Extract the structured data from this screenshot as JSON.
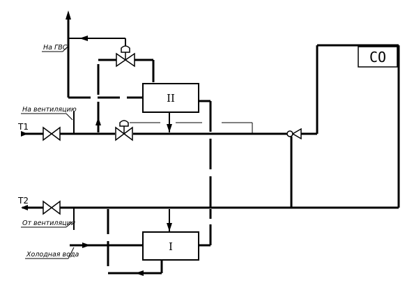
{
  "labels": {
    "hot_water": "На ГВС",
    "to_ventilation": "На вентиляцию",
    "from_ventilation": "От вентиляции",
    "cold_water": "Холодная вода",
    "t1": "T1",
    "t2": "T2"
  },
  "equipment": {
    "heat_exchanger_2": "II",
    "heat_exchanger_1": "I",
    "heating_system": "CO"
  }
}
